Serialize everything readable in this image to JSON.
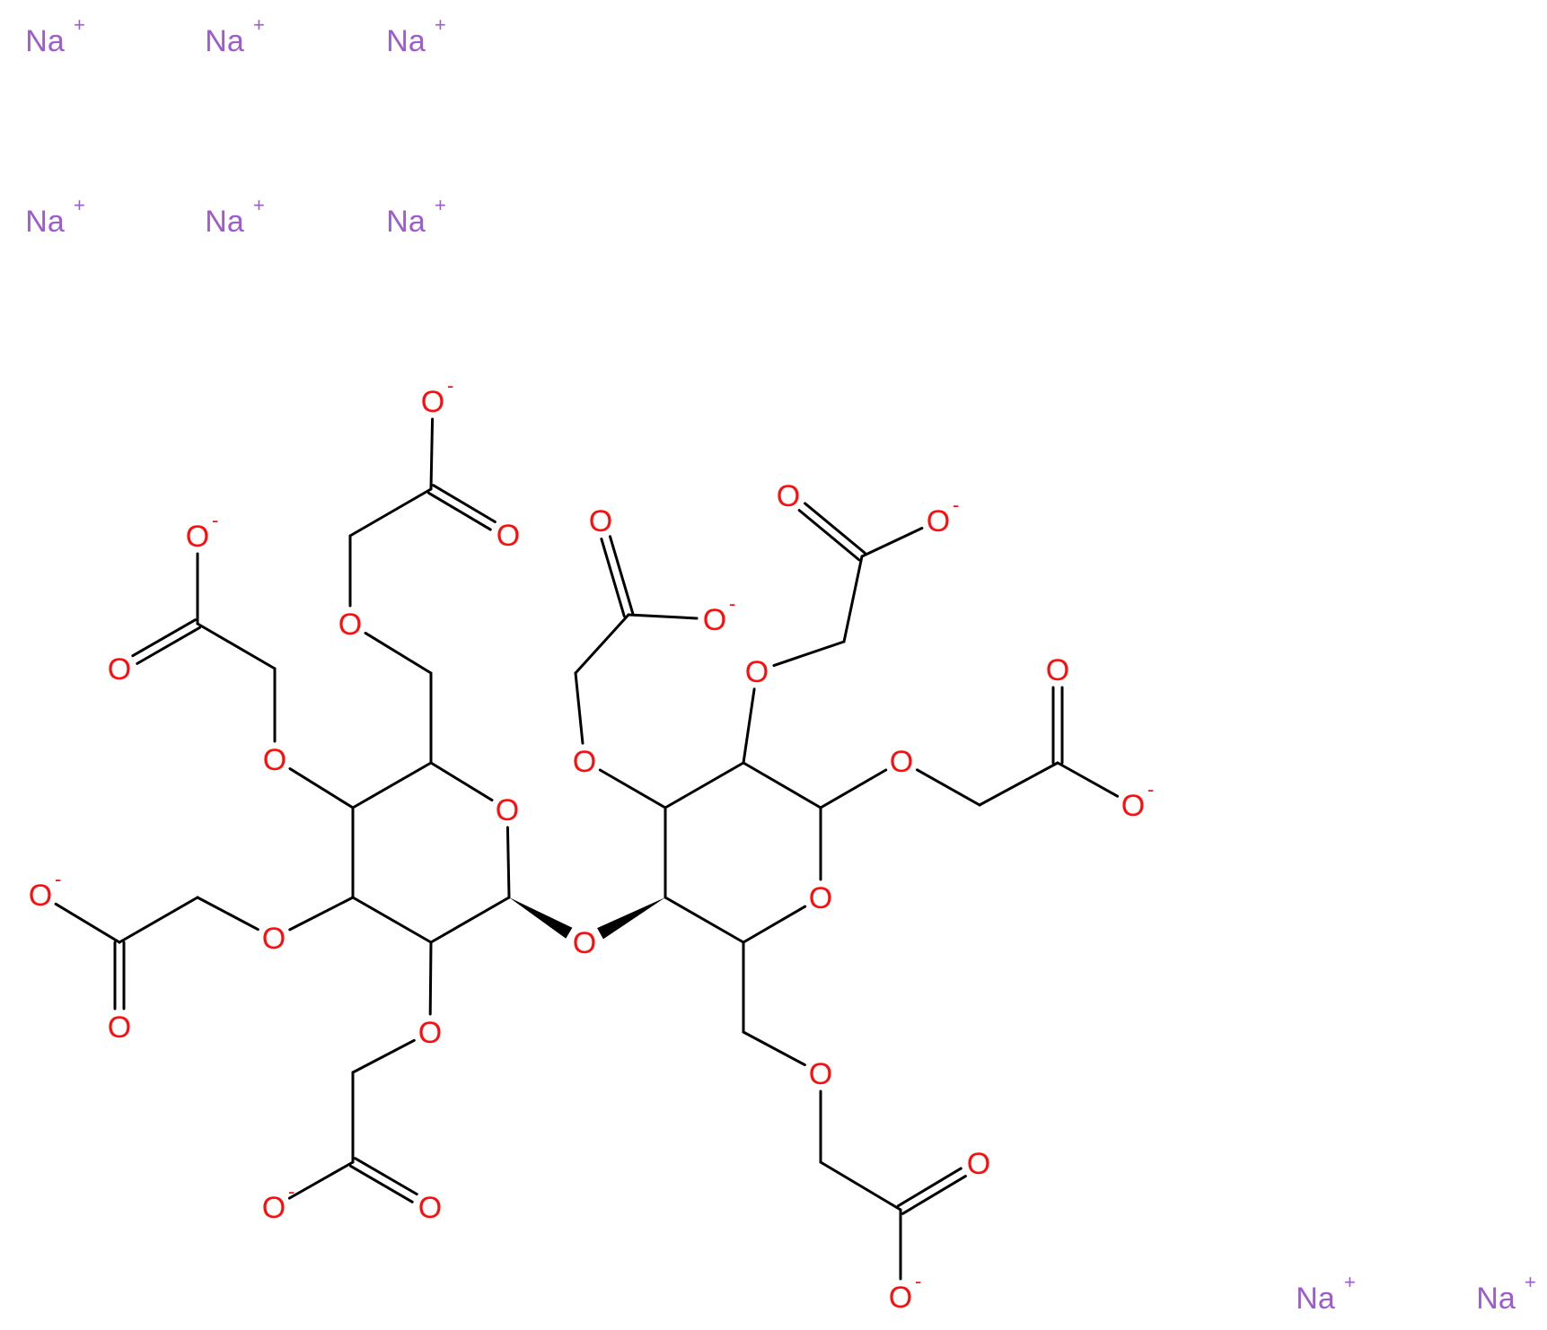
{
  "colors": {
    "bond": "#000000",
    "oxygen": "#ff0d0d",
    "sodium": "#9e5ccf",
    "background": "#ffffff"
  },
  "atoms": {
    "na1": {
      "text": "Na",
      "charge": "+"
    },
    "na2": {
      "text": "Na",
      "charge": "+"
    },
    "na3": {
      "text": "Na",
      "charge": "+"
    },
    "na4": {
      "text": "Na",
      "charge": "+"
    },
    "na5": {
      "text": "Na",
      "charge": "+"
    },
    "na6": {
      "text": "Na",
      "charge": "+"
    },
    "na7": {
      "text": "Na",
      "charge": "+"
    },
    "na8": {
      "text": "Na",
      "charge": "+"
    },
    "o_left_c6_carboxylate": {
      "text": "O",
      "charge": "-"
    },
    "o_left_c6_carbonyl": {
      "text": "O",
      "charge": ""
    },
    "o_left_c6_ether": {
      "text": "O",
      "charge": ""
    },
    "o_left_c4_carboxylate": {
      "text": "O",
      "charge": "-"
    },
    "o_left_c4_carbonyl": {
      "text": "O",
      "charge": ""
    },
    "o_left_c4_ether": {
      "text": "O",
      "charge": ""
    },
    "o_left_ring": {
      "text": "O",
      "charge": ""
    },
    "o_left_c3_carboxylate": {
      "text": "O",
      "charge": "-"
    },
    "o_left_c3_carbonyl": {
      "text": "O",
      "charge": ""
    },
    "o_left_c3_ether": {
      "text": "O",
      "charge": ""
    },
    "o_left_c2_ether": {
      "text": "O",
      "charge": ""
    },
    "o_left_c2_carboxylate": {
      "text": "O",
      "charge": "-"
    },
    "o_left_c2_carbonyl": {
      "text": "O",
      "charge": ""
    },
    "o_glycosidic": {
      "text": "O",
      "charge": ""
    },
    "o_right_c3_carbonyl": {
      "text": "O",
      "charge": ""
    },
    "o_right_c3_carboxylate": {
      "text": "O",
      "charge": "-"
    },
    "o_right_c3_ether": {
      "text": "O",
      "charge": ""
    },
    "o_right_c2_carbonyl": {
      "text": "O",
      "charge": ""
    },
    "o_right_c2_carboxylate": {
      "text": "O",
      "charge": "-"
    },
    "o_right_c2_ether": {
      "text": "O",
      "charge": ""
    },
    "o_right_c1_carbonyl": {
      "text": "O",
      "charge": ""
    },
    "o_right_c1_ether": {
      "text": "O",
      "charge": ""
    },
    "o_right_c1_carboxylate": {
      "text": "O",
      "charge": "-"
    },
    "o_right_ring": {
      "text": "O",
      "charge": ""
    },
    "o_right_c6_ether": {
      "text": "O",
      "charge": ""
    },
    "o_right_c6_carbonyl": {
      "text": "O",
      "charge": ""
    },
    "o_right_c6_carboxylate": {
      "text": "O",
      "charge": "-"
    }
  }
}
